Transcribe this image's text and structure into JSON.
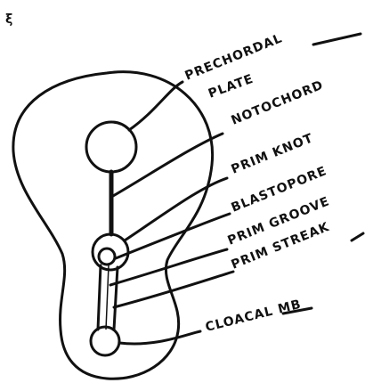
{
  "labels": {
    "corner_mark": "ξ",
    "prechordal_plate_line1": "PRECHORDAL",
    "prechordal_plate_line2": "PLATE",
    "notochord": "NOTOCHORD",
    "prim_knot": "PRIM KNOT",
    "blastopore": "BLASTOPORE",
    "prim_groove": "PRIM GROOVE",
    "prim_streak": "PRIM STREAK",
    "cloacal_mb": "CLOACAL MB"
  },
  "colors": {
    "ink": "#111111",
    "background": "#ffffff"
  }
}
